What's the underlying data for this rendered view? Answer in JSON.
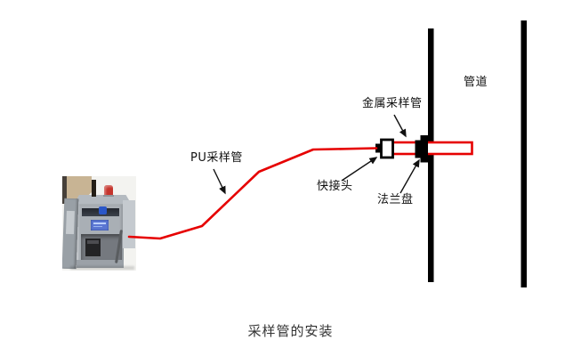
{
  "caption": "采样管的安装",
  "labels": {
    "pu_tube": "PU采样管",
    "metal_tube": "金属采样管",
    "pipe": "管道",
    "quick_connector": "快接头",
    "flange": "法兰盘"
  },
  "colors": {
    "tube_red": "#e60000",
    "wall_black": "#000000",
    "text_black": "#111111",
    "caption_gray": "#333333"
  },
  "photo": {
    "subject": "analyzer-cabinet-photo"
  }
}
